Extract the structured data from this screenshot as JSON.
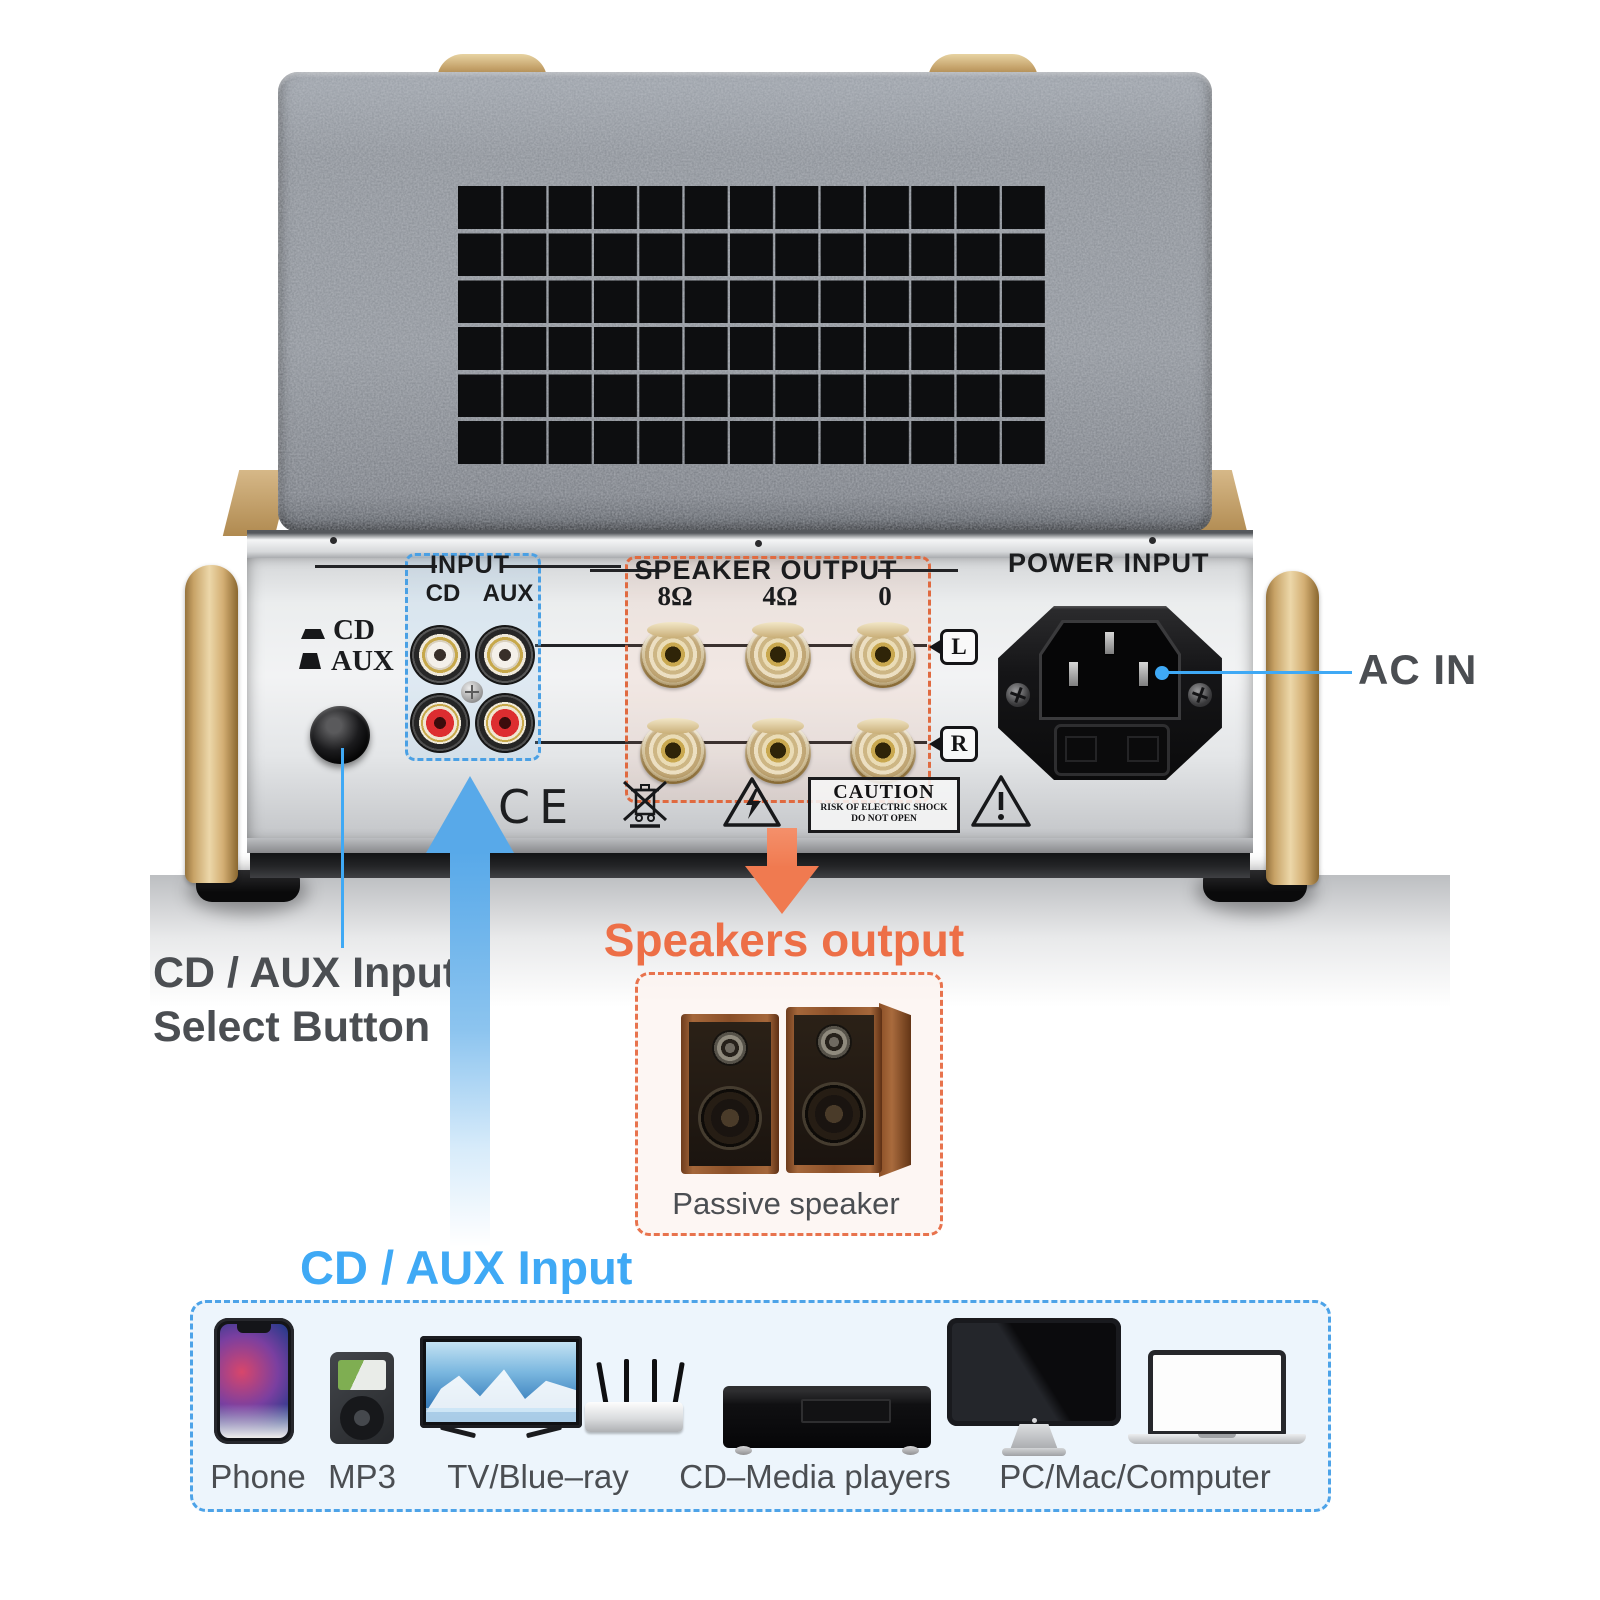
{
  "panel": {
    "input": {
      "title": "INPUT",
      "cd": "CD",
      "aux": "AUX"
    },
    "legend": {
      "cd": "CD",
      "aux": "AUX"
    },
    "speaker": {
      "title": "SPEAKER OUTPUT",
      "tap_8": "8Ω",
      "tap_4": "4Ω",
      "tap_0": "0",
      "left": "L",
      "right": "R"
    },
    "power": {
      "title": "POWER INPUT"
    },
    "marks": {
      "ce": "CE",
      "caution_title": "CAUTION",
      "caution_line1": "RISK OF ELECTRIC SHOCK",
      "caution_line2": "DO NOT OPEN"
    }
  },
  "annotations": {
    "ac_in": "AC IN",
    "select_button_line1": "CD / AUX Input",
    "select_button_line2": "Select Button",
    "speakers_output": "Speakers output",
    "passive_speaker": "Passive speaker",
    "cd_aux_input": "CD / AUX Input"
  },
  "devices": {
    "phone": "Phone",
    "mp3": "MP3",
    "tv": "TV/Blue–ray",
    "cd_media": "CD–Media players",
    "pc": "PC/Mac/Computer"
  },
  "colors": {
    "blue": "#3fa9f5",
    "orange": "#ed6f47",
    "dark_text": "#4b4e52"
  }
}
